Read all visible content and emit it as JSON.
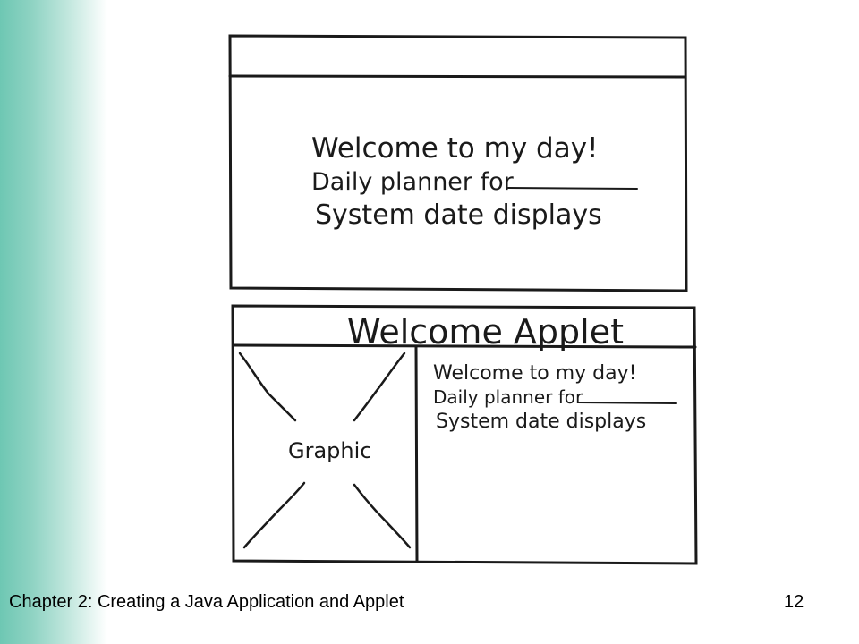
{
  "slide": {
    "footer_chapter": "Chapter 2: Creating a Java Application and Applet",
    "page_number": "12"
  },
  "application_sketch": {
    "line1": "Welcome to my day!",
    "line2": "Daily planner for",
    "line3": "System date displays"
  },
  "applet_sketch": {
    "title": "Welcome Applet",
    "graphic_label": "Graphic",
    "line1": "Welcome to my day!",
    "line2": "Daily planner for",
    "line3": "System date displays"
  },
  "colors": {
    "side_band": "#6ec7b3",
    "ink": "#1a1a1a"
  }
}
